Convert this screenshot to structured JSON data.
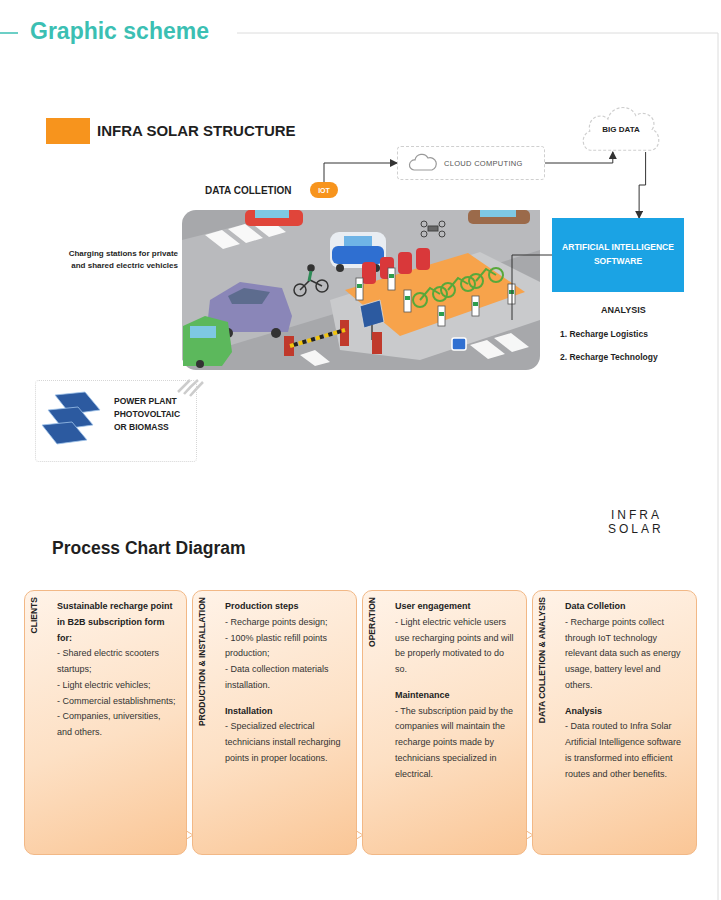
{
  "diagram": {
    "title": "Graphic scheme",
    "nodes": [
      {
        "text": [
          "BIG DATA"
        ]
      },
      {
        "text": [
          "CLOUD COMPUTING"
        ]
      },
      {
        "text": [
          "IOT"
        ]
      },
      {
        "text": [
          "ARTIFICIAL INTELLIGENCE SOFTWARE"
        ]
      },
      {
        "text": [
          "POWER PLANT PHOTOVOLTAIC OR BIOMASS"
        ]
      },
      {
        "text": [
          "CLIENTS",
          "Sustainable recharge point in B2B subscription form for:",
          "- Shared electric scooters startups;",
          "- Light electric vehicles;",
          "- Commercial establishments;",
          "- Companies, universities, and others."
        ]
      },
      {
        "text": [
          "PRODUCTION & INSTALLATION",
          "Production steps",
          "- Recharge points design;",
          "- 100% plastic refill points production;",
          "- Data collection materials installation.",
          "Installation",
          "- Specialized electrical technicians install recharging points in proper locations."
        ]
      },
      {
        "text": [
          "OPERATION",
          "User engagement",
          "- Light electric vehicle users use recharging points and will be properly motivated to do so.",
          "Maintenance",
          "- The subscription paid by the companies will maintain the recharge points made by technicians specialized in electrical."
        ]
      },
      {
        "text": [
          "DATA COLLETION & ANALYSIS",
          "Data Colletion",
          "- Recharge points collect through IoT technology relevant data such as energy usage, battery level and others.",
          "Analysis",
          "- Data routed to Infra Solar Artificial Intelligence software is transformed into efficient routes and other benefits."
        ]
      }
    ],
    "edges": [
      {
        "from": 2,
        "to": 1,
        "arrow": "to"
      },
      {
        "from": 1,
        "to": 0,
        "arrow": "to"
      },
      {
        "from": 0,
        "to": 3,
        "arrow": "to"
      },
      {
        "from": 5,
        "to": 6,
        "arrow": "to"
      },
      {
        "from": 6,
        "to": 7,
        "arrow": "to"
      },
      {
        "from": 7,
        "to": 8,
        "arrow": "to"
      }
    ],
    "labels": [
      "DATA COLLETION",
      "Charging stations for private and shared electric vehicles",
      "ANALYSIS",
      "1. Recharge Logistics",
      "2. Recharge Technology",
      "Process Chart Diagram",
      "INFRA",
      "SOLAR"
    ],
    "legend": [
      {
        "text": "INFRA SOLAR STRUCTURE",
        "color": "#f7941d"
      }
    ]
  }
}
